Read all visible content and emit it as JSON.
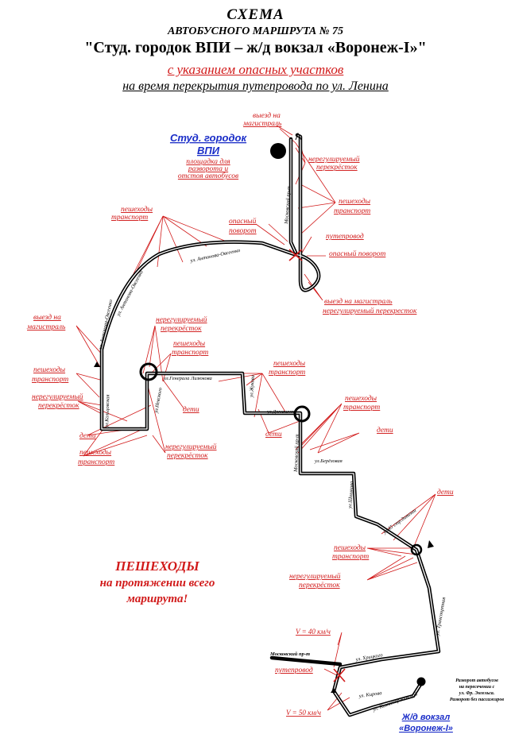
{
  "header": {
    "line1": "СХЕМА",
    "line2": "АВТОБУСНОГО МАРШРУТА № 75",
    "line3": "\"Студ. городок ВПИ – ж/д вокзал «Воронеж-I»\"",
    "line4": "с указанием опасных участков",
    "line5": "на время перекрытия путепровода по ул. Ленина"
  },
  "terminals": {
    "start_line1": "Студ. городок",
    "start_line2": "ВПИ",
    "start_note_line1": "площадка для",
    "start_note_line2": "разворота и",
    "start_note_line3": "отстоя автобусов",
    "end_line1": "Ж/д вокзал",
    "end_line2": "«Воронеж-I»",
    "end_note_line1": "Разворот автобусов",
    "end_note_line2": "на пересечении с",
    "end_note_line3": "ул. Фр. Энгельса.",
    "end_note_line4": "Разворот без пассажиров"
  },
  "labels": {
    "exit_top_1": "выезд на",
    "exit_top_2": "магистраль",
    "unreg1_1": "нерегулируемый",
    "unreg1_2": "перекрёсток",
    "ped1_1": "пешеходы",
    "ped1_2": "транспорт",
    "ped2_1": "пешеходы",
    "ped2_2": "транспорт",
    "dangerturn1_1": "опасный",
    "dangerturn1_2": "поворот",
    "overpass1": "путепровод",
    "dangerturn2": "опасный поворот",
    "exit_main_1": "выезд на магистраль",
    "exit_main_2": "нерегулируемый перекресток",
    "exit_left_1": "выезд на",
    "exit_left_2": "магистраль",
    "unreg2_1": "нерегулируемый",
    "unreg2_2": "перекрёсток",
    "ped3_1": "пешеходы",
    "ped3_2": "транспорт",
    "ped4_1": "пешеходы",
    "ped4_2": "транспорт",
    "ped5_1": "пешеходы",
    "ped5_2": "транспорт",
    "unreg3_1": "нерегулируемый",
    "unreg3_2": "перекрёсток",
    "children1": "дети",
    "ped6_1": "пешеходы",
    "ped6_2": "транспорт",
    "unreg4_1": "нерегулируемый",
    "unreg4_2": "перекрёсток",
    "children2": "дети",
    "children3": "дети",
    "ped7_1": "пешеходы",
    "ped7_2": "транспорт",
    "children4": "дети",
    "children5": "дети",
    "ped8_1": "пешеходы",
    "ped8_2": "транспорт",
    "unreg5_1": "нерегулируемый",
    "unreg5_2": "перекрёсток",
    "speed1": "V = 40 км/ч",
    "overpass2": "путепровод",
    "speed2": "V = 50 км/ч"
  },
  "streets": {
    "moskovsky_top": "Московский пр-т",
    "antonova1": "ул. Антонова-Овсеенко",
    "antonova2": "ул. Антонова-Овсеенко",
    "antonova3": "ул. Антонова-Овсеенко",
    "lizyukova": "ул.Генерала Лизюкова",
    "nevskogo": "ул.Невского",
    "zhukova": "ул.Жукова",
    "domashnyaya": "ул.Домашняя",
    "koltsovskaya": "ул.Кольцовская",
    "moskovsky_mid": "Московский пр-т",
    "beregovaya": "ул.Берёзовая",
    "shishkova": "ул.Шишкова",
    "dimitrova": "ул.45 стр.дивизии",
    "transportnaya": "ул. Транспортная",
    "hrystogo": "ул. Хрицкого",
    "moskovsky_bot": "Московский пр-т",
    "kuznetsova": "ул. Кирова",
    "bottom_street": "ул. Комиссаржевской"
  },
  "bottom_text": {
    "line1": "ПЕШЕХОДЫ",
    "line2": "на  протяжении всего",
    "line3": "маршрута!"
  },
  "colors": {
    "danger": "#d11a1a",
    "terminal": "#1a2dc8",
    "route": "#000000"
  }
}
